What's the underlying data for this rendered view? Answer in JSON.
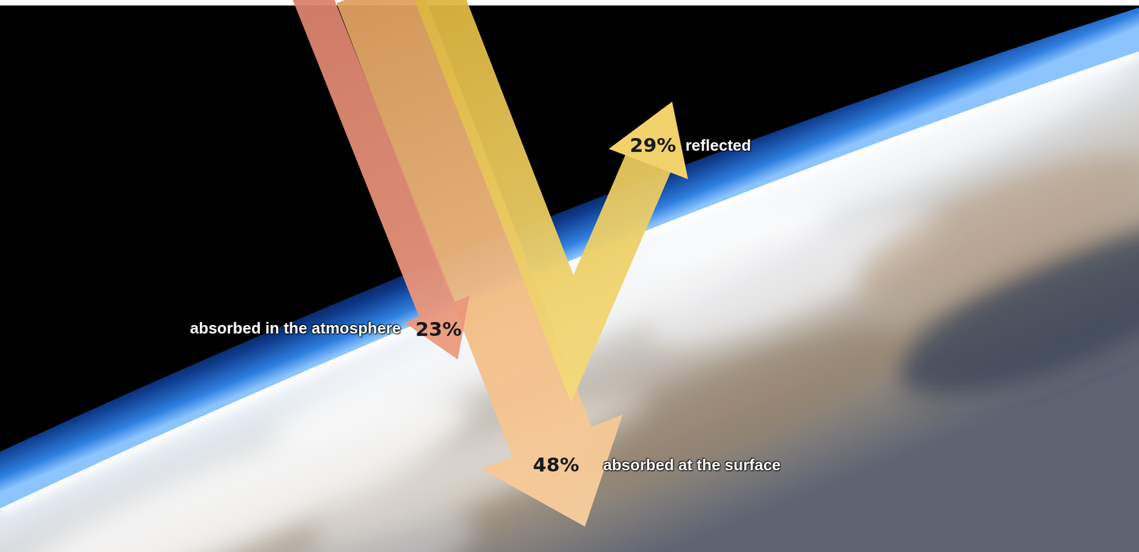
{
  "diagram": {
    "labels": [
      "29%",
      "reflected",
      "absorbed in the atmosphere",
      "23%",
      "48%",
      "absorbed at the surface"
    ]
  }
}
